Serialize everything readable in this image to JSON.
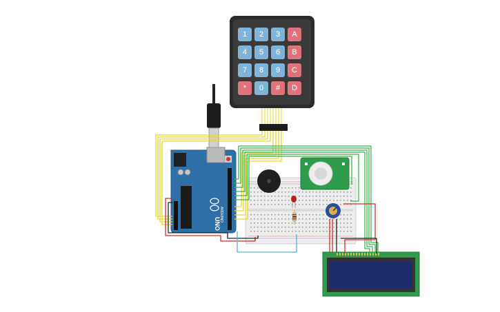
{
  "keypad": {
    "keys": [
      {
        "label": "1",
        "color": "#7fb3d8"
      },
      {
        "label": "2",
        "color": "#7fb3d8"
      },
      {
        "label": "3",
        "color": "#7fb3d8"
      },
      {
        "label": "A",
        "color": "#e0737a"
      },
      {
        "label": "4",
        "color": "#7fb3d8"
      },
      {
        "label": "5",
        "color": "#7fb3d8"
      },
      {
        "label": "6",
        "color": "#7fb3d8"
      },
      {
        "label": "B",
        "color": "#e0737a"
      },
      {
        "label": "7",
        "color": "#7fb3d8"
      },
      {
        "label": "8",
        "color": "#7fb3d8"
      },
      {
        "label": "9",
        "color": "#7fb3d8"
      },
      {
        "label": "C",
        "color": "#e0737a"
      },
      {
        "label": "*",
        "color": "#e0737a"
      },
      {
        "label": "0",
        "color": "#7fb3d8"
      },
      {
        "label": "#",
        "color": "#e0737a"
      },
      {
        "label": "D",
        "color": "#e0737a"
      }
    ]
  },
  "arduino": {
    "brand": "ARDUINO",
    "model": "UNO"
  },
  "colors": {
    "board": "#2e6fa7",
    "breadboard": "#e9e9e9",
    "pcb_green": "#2f9c4b",
    "lcd_screen": "#1d2a6b",
    "wire_yellow": "#e8d62a",
    "wire_green": "#3bb54a",
    "wire_red": "#d22b2b",
    "wire_black": "#222222",
    "wire_cyan": "#4fb7c9"
  }
}
